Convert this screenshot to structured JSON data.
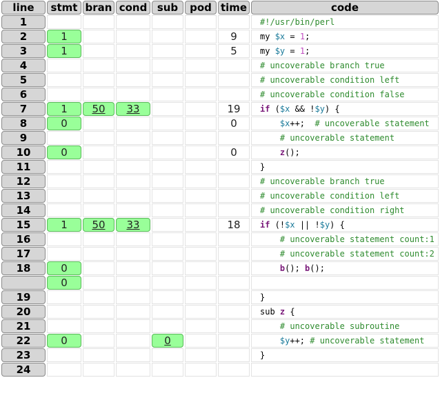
{
  "headers": [
    "line",
    "stmt",
    "bran",
    "cond",
    "sub",
    "pod",
    "time",
    "code"
  ],
  "colors": {
    "header_bg": "#d6d6d6",
    "covered_bg": "#99ff99",
    "comment": "#2e8b2e",
    "keyword": "#7a1a7a",
    "variable": "#1a7a9a",
    "number": "#c04ac0"
  },
  "rows": [
    {
      "line": "1",
      "stmt": "",
      "bran": "",
      "cond": "",
      "sub": "",
      "pod": "",
      "time": "",
      "code": [
        {
          "t": "#!/usr/bin/perl",
          "c": "cmt"
        }
      ]
    },
    {
      "line": "2",
      "stmt": "1",
      "bran": "",
      "cond": "",
      "sub": "",
      "pod": "",
      "time": "9",
      "code": [
        {
          "t": "my ",
          "c": "pl"
        },
        {
          "t": "$x",
          "c": "var"
        },
        {
          "t": " = ",
          "c": "pl"
        },
        {
          "t": "1",
          "c": "num"
        },
        {
          "t": ";",
          "c": "pl"
        }
      ]
    },
    {
      "line": "3",
      "stmt": "1",
      "bran": "",
      "cond": "",
      "sub": "",
      "pod": "",
      "time": "5",
      "code": [
        {
          "t": "my ",
          "c": "pl"
        },
        {
          "t": "$y",
          "c": "var"
        },
        {
          "t": " = ",
          "c": "pl"
        },
        {
          "t": "1",
          "c": "num"
        },
        {
          "t": ";",
          "c": "pl"
        }
      ]
    },
    {
      "line": "4",
      "stmt": "",
      "bran": "",
      "cond": "",
      "sub": "",
      "pod": "",
      "time": "",
      "code": [
        {
          "t": "# uncoverable branch true",
          "c": "cmt"
        }
      ]
    },
    {
      "line": "5",
      "stmt": "",
      "bran": "",
      "cond": "",
      "sub": "",
      "pod": "",
      "time": "",
      "code": [
        {
          "t": "# uncoverable condition left",
          "c": "cmt"
        }
      ]
    },
    {
      "line": "6",
      "stmt": "",
      "bran": "",
      "cond": "",
      "sub": "",
      "pod": "",
      "time": "",
      "code": [
        {
          "t": "# uncoverable condition false",
          "c": "cmt"
        }
      ]
    },
    {
      "line": "7",
      "stmt": "1",
      "bran": "50",
      "cond": "33",
      "sub": "",
      "pod": "",
      "time": "19",
      "code": [
        {
          "t": "if",
          "c": "kw"
        },
        {
          "t": " (",
          "c": "pl"
        },
        {
          "t": "$x",
          "c": "var"
        },
        {
          "t": " && !",
          "c": "pl"
        },
        {
          "t": "$y",
          "c": "var"
        },
        {
          "t": ") {",
          "c": "pl"
        }
      ]
    },
    {
      "line": "8",
      "stmt": "0",
      "bran": "",
      "cond": "",
      "sub": "",
      "pod": "",
      "time": "0",
      "code": [
        {
          "t": "    ",
          "c": "pl"
        },
        {
          "t": "$x",
          "c": "var"
        },
        {
          "t": "++;  ",
          "c": "pl"
        },
        {
          "t": "# uncoverable statement",
          "c": "cmt"
        }
      ]
    },
    {
      "line": "9",
      "stmt": "",
      "bran": "",
      "cond": "",
      "sub": "",
      "pod": "",
      "time": "",
      "code": [
        {
          "t": "    ",
          "c": "pl"
        },
        {
          "t": "# uncoverable statement",
          "c": "cmt"
        }
      ]
    },
    {
      "line": "10",
      "stmt": "0",
      "bran": "",
      "cond": "",
      "sub": "",
      "pod": "",
      "time": "0",
      "code": [
        {
          "t": "    ",
          "c": "pl"
        },
        {
          "t": "z",
          "c": "fn"
        },
        {
          "t": "();",
          "c": "pl"
        }
      ]
    },
    {
      "line": "11",
      "stmt": "",
      "bran": "",
      "cond": "",
      "sub": "",
      "pod": "",
      "time": "",
      "code": [
        {
          "t": "}",
          "c": "pl"
        }
      ]
    },
    {
      "line": "12",
      "stmt": "",
      "bran": "",
      "cond": "",
      "sub": "",
      "pod": "",
      "time": "",
      "code": [
        {
          "t": "# uncoverable branch true",
          "c": "cmt"
        }
      ]
    },
    {
      "line": "13",
      "stmt": "",
      "bran": "",
      "cond": "",
      "sub": "",
      "pod": "",
      "time": "",
      "code": [
        {
          "t": "# uncoverable condition left",
          "c": "cmt"
        }
      ]
    },
    {
      "line": "14",
      "stmt": "",
      "bran": "",
      "cond": "",
      "sub": "",
      "pod": "",
      "time": "",
      "code": [
        {
          "t": "# uncoverable condition right",
          "c": "cmt"
        }
      ]
    },
    {
      "line": "15",
      "stmt": "1",
      "bran": "50",
      "cond": "33",
      "sub": "",
      "pod": "",
      "time": "18",
      "code": [
        {
          "t": "if",
          "c": "kw"
        },
        {
          "t": " (!",
          "c": "pl"
        },
        {
          "t": "$x",
          "c": "var"
        },
        {
          "t": " || !",
          "c": "pl"
        },
        {
          "t": "$y",
          "c": "var"
        },
        {
          "t": ") {",
          "c": "pl"
        }
      ]
    },
    {
      "line": "16",
      "stmt": "",
      "bran": "",
      "cond": "",
      "sub": "",
      "pod": "",
      "time": "",
      "code": [
        {
          "t": "    ",
          "c": "pl"
        },
        {
          "t": "# uncoverable statement count:1",
          "c": "cmt"
        }
      ]
    },
    {
      "line": "17",
      "stmt": "",
      "bran": "",
      "cond": "",
      "sub": "",
      "pod": "",
      "time": "",
      "code": [
        {
          "t": "    ",
          "c": "pl"
        },
        {
          "t": "# uncoverable statement count:2",
          "c": "cmt"
        }
      ]
    },
    {
      "line": "18",
      "stmt": "0",
      "bran": "",
      "cond": "",
      "sub": "",
      "pod": "",
      "time": "",
      "code": [
        {
          "t": "    ",
          "c": "pl"
        },
        {
          "t": "b",
          "c": "fn"
        },
        {
          "t": "(); ",
          "c": "pl"
        },
        {
          "t": "b",
          "c": "fn"
        },
        {
          "t": "();",
          "c": "pl"
        }
      ]
    },
    {
      "line": "",
      "stmt": "0",
      "bran": "",
      "cond": "",
      "sub": "",
      "pod": "",
      "time": "",
      "code": []
    },
    {
      "line": "19",
      "stmt": "",
      "bran": "",
      "cond": "",
      "sub": "",
      "pod": "",
      "time": "",
      "code": [
        {
          "t": "}",
          "c": "pl"
        }
      ]
    },
    {
      "line": "20",
      "stmt": "",
      "bran": "",
      "cond": "",
      "sub": "",
      "pod": "",
      "time": "",
      "code": [
        {
          "t": "sub ",
          "c": "pl"
        },
        {
          "t": "z",
          "c": "fn"
        },
        {
          "t": " {",
          "c": "pl"
        }
      ]
    },
    {
      "line": "21",
      "stmt": "",
      "bran": "",
      "cond": "",
      "sub": "",
      "pod": "",
      "time": "",
      "code": [
        {
          "t": "    ",
          "c": "pl"
        },
        {
          "t": "# uncoverable subroutine",
          "c": "cmt"
        }
      ]
    },
    {
      "line": "22",
      "stmt": "0",
      "bran": "",
      "cond": "",
      "sub": "0",
      "pod": "",
      "time": "",
      "code": [
        {
          "t": "    ",
          "c": "pl"
        },
        {
          "t": "$y",
          "c": "var"
        },
        {
          "t": "++; ",
          "c": "pl"
        },
        {
          "t": "# uncoverable statement",
          "c": "cmt"
        }
      ]
    },
    {
      "line": "23",
      "stmt": "",
      "bran": "",
      "cond": "",
      "sub": "",
      "pod": "",
      "time": "",
      "code": [
        {
          "t": "}",
          "c": "pl"
        }
      ]
    },
    {
      "line": "24",
      "stmt": "",
      "bran": "",
      "cond": "",
      "sub": "",
      "pod": "",
      "time": "",
      "code": []
    }
  ]
}
